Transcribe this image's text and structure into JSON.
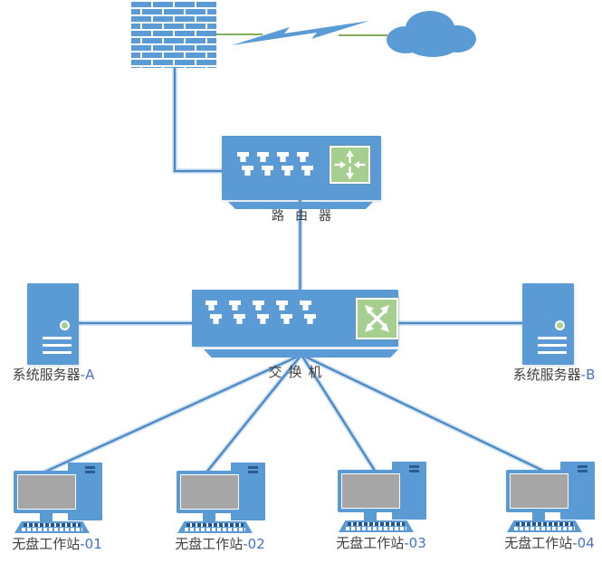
{
  "nodes": {
    "router": {
      "label": "路由器"
    },
    "switch": {
      "label": "交换机"
    },
    "server_a": {
      "label_name": "系统服务器",
      "label_suffix": "-A"
    },
    "server_b": {
      "label_name": "系统服务器",
      "label_suffix": "-B"
    },
    "workstations": [
      {
        "label_name": "无盘工作站",
        "label_suffix": "-01"
      },
      {
        "label_name": "无盘工作站",
        "label_suffix": "-02"
      },
      {
        "label_name": "无盘工作站",
        "label_suffix": "-03"
      },
      {
        "label_name": "无盘工作站",
        "label_suffix": "-04"
      }
    ]
  },
  "icons": {
    "firewall": "brick-wall-icon",
    "internet": "cloud-icon",
    "wan_link": "lightning-bolt-icon",
    "router_badge": "arrows-inward-cross-icon",
    "switch_badge": "crossed-double-arrows-icon"
  },
  "colors": {
    "node_blue": "#5B9BD5",
    "badge_green": "#A6CE8E",
    "wan_link_green": "#70A344",
    "lan_link_core": "#4B88C4",
    "lan_link_halo": "#C3DAF0",
    "screen_gray": "#A6A6A6",
    "label_text": "#404040",
    "label_suffix_blue": "#4472C4"
  }
}
